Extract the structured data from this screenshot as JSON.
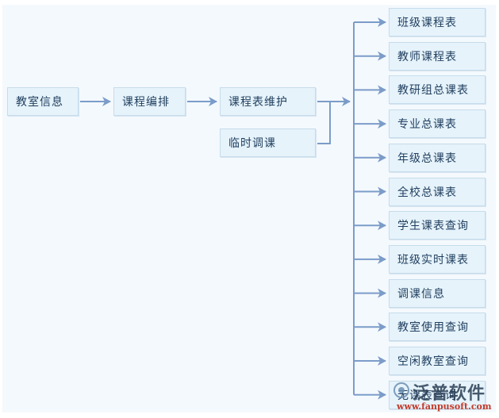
{
  "colors": {
    "arrow": "#7b9cc9",
    "box_bg": "#e6f3fb",
    "box_border": "#c7dceb",
    "text": "#1f3e5e",
    "background": "#f4f9fd"
  },
  "flow": {
    "classroom_info": "教室信息",
    "scheduling": "课程编排",
    "timetable_maintain": "课程表维护",
    "temp_adjust": "临时调课"
  },
  "outputs": [
    "班级课程表",
    "教师课程表",
    "教研组总课表",
    "专业总课表",
    "年级总课表",
    "全校总课表",
    "学生课表查询",
    "班级实时课表",
    "调课信息",
    "教室使用查询",
    "空闲教室查询",
    "无课表查询"
  ],
  "watermark": {
    "name": "泛普软件",
    "url": "www.fanpusoft.com",
    "icon": "fanpu-logo-icon"
  }
}
